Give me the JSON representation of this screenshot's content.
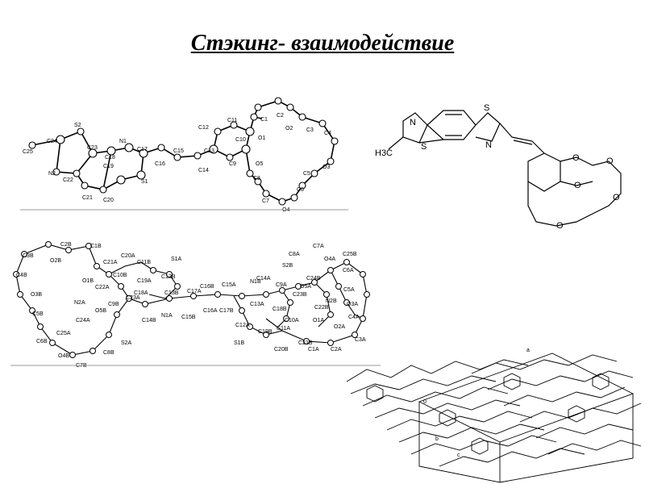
{
  "slide": {
    "title": "Стэкинг- взаимодействие"
  },
  "ortep1": {
    "labels": [
      "C25",
      "C24",
      "S2",
      "C23",
      "N1",
      "C18",
      "C17",
      "C16",
      "C15",
      "C13",
      "C12",
      "C11",
      "C10",
      "C1",
      "C2",
      "O1",
      "O2",
      "C3",
      "C4",
      "N2",
      "C22",
      "C19",
      "S1",
      "C14",
      "C9",
      "O5",
      "C8",
      "C7",
      "O4",
      "C6",
      "C5",
      "O3",
      "C21",
      "C20"
    ]
  },
  "structure": {
    "labels": [
      "N",
      "S",
      "H3C",
      "S",
      "N",
      "O",
      "O",
      "O",
      "O",
      "O"
    ]
  },
  "ortep2": {
    "labels": [
      "C3B",
      "C2B",
      "O2B",
      "C1B",
      "C21A",
      "C20A",
      "C4B",
      "O1B",
      "C22A",
      "C10B",
      "C11B",
      "S1A",
      "N2A",
      "C24A",
      "C25A",
      "O5B",
      "C9B",
      "C23A",
      "C19A",
      "C18A",
      "C12B",
      "C13B",
      "N1A",
      "C14B",
      "C17A",
      "C16B",
      "C15B",
      "C15A",
      "C16A",
      "C17B",
      "N1B",
      "C14A",
      "C12A",
      "C13A",
      "C18B",
      "S1B",
      "C19B",
      "C11A",
      "C10A",
      "C20B",
      "C21B",
      "C1A",
      "C2A",
      "C3A",
      "C4A",
      "O3A",
      "C5A",
      "C6A",
      "C25B",
      "O4A",
      "C7A",
      "C8A",
      "S2B",
      "C24B",
      "N2B",
      "C22B",
      "C23B",
      "O5A",
      "C9A",
      "O1A",
      "O2A",
      "O3B",
      "C5B",
      "C6B",
      "O4B",
      "C7B",
      "C8B",
      "S2A",
      "O3B"
    ]
  },
  "packing": {
    "labels": [
      "a",
      "b",
      "c",
      "0"
    ]
  }
}
